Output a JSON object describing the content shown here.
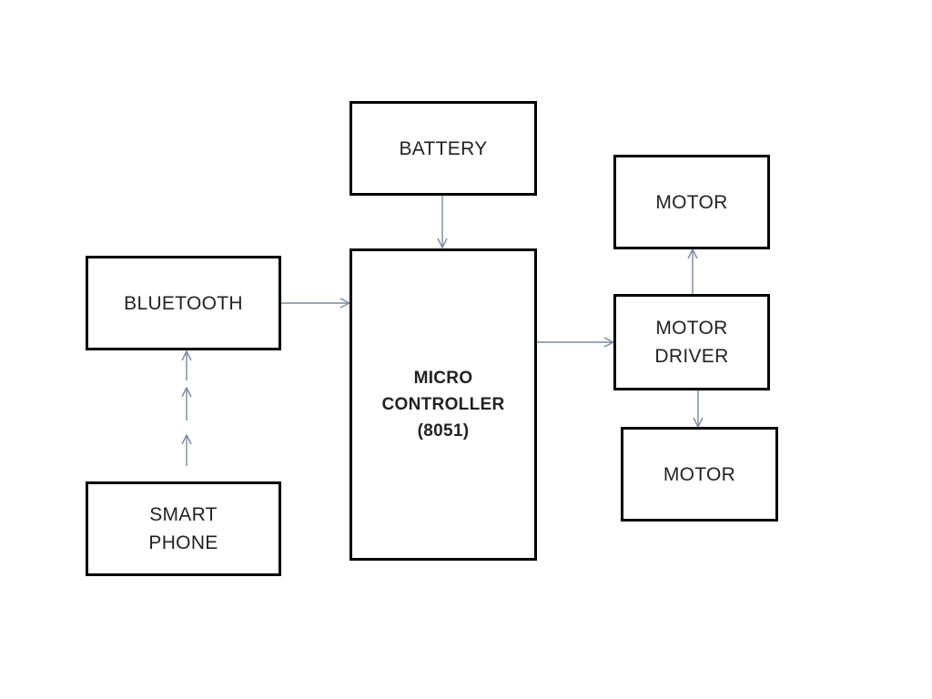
{
  "diagram": {
    "colors": {
      "box_border": "#000000",
      "text": "#222222",
      "arrow": "#7a8aa0",
      "background": "#ffffff"
    },
    "blocks": {
      "battery": "BATTERY",
      "bluetooth": "BLUETOOTH",
      "smart_phone": "SMART\nPHONE",
      "micro_controller": "MICRO\nCONTROLLER\n(8051)",
      "motor_top": "MOTOR",
      "motor_driver": "MOTOR\nDRIVER",
      "motor_bottom": "MOTOR"
    },
    "connections": [
      {
        "from": "battery",
        "to": "micro_controller"
      },
      {
        "from": "bluetooth",
        "to": "micro_controller"
      },
      {
        "from": "smart_phone",
        "to": "bluetooth"
      },
      {
        "from": "micro_controller",
        "to": "motor_driver"
      },
      {
        "from": "motor_driver",
        "to": "motor_top"
      },
      {
        "from": "motor_driver",
        "to": "motor_bottom"
      }
    ]
  }
}
